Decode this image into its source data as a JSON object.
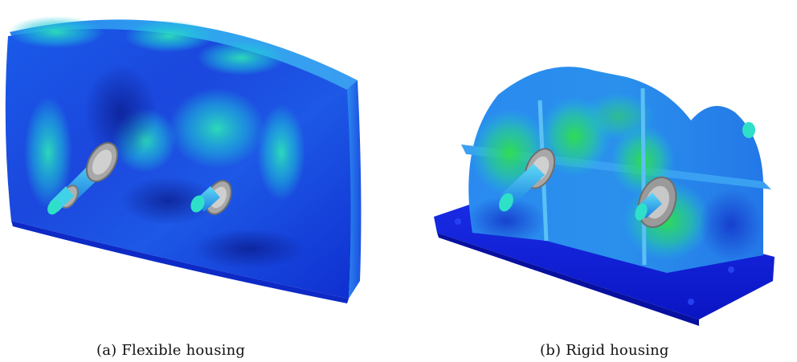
{
  "figure": {
    "panel_a": {
      "tag": "(a)",
      "caption": "Flexible housing"
    },
    "panel_b": {
      "tag": "(b)",
      "caption": "Rigid housing"
    },
    "colors": {
      "deep_blue": "#0a1fd6",
      "blue": "#1f56e8",
      "cyan": "#1ec9d8",
      "green": "#27d65c",
      "shaft_gray": "#9a9a9a"
    }
  }
}
